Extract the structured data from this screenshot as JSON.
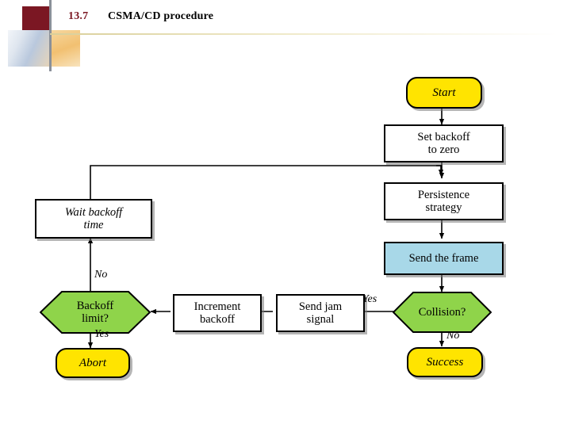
{
  "header": {
    "number": "13.7",
    "title": "CSMA/CD procedure"
  },
  "diagram": {
    "nodes": {
      "start": "Start",
      "set_backoff": [
        "Set backoff",
        "to zero"
      ],
      "persistence": [
        "Persistence",
        "strategy"
      ],
      "send_frame": "Send the frame",
      "collision": "Collision?",
      "success": "Success",
      "send_jam": [
        "Send jam",
        "signal"
      ],
      "increment": [
        "Increment",
        "backoff"
      ],
      "backoff_limit": [
        "Backoff",
        "limit?"
      ],
      "abort": "Abort",
      "wait_backoff": [
        "Wait backoff",
        "time"
      ]
    },
    "edge_labels": {
      "collision_yes": "Yes",
      "collision_no": "No",
      "limit_no": "No",
      "limit_yes": "Yes"
    },
    "colors": {
      "terminator_fill": "#ffe400",
      "decision_fill": "#8fd44a",
      "highlight_fill": "#a8d8e8",
      "process_fill": "#ffffff",
      "stroke": "#000000"
    }
  }
}
